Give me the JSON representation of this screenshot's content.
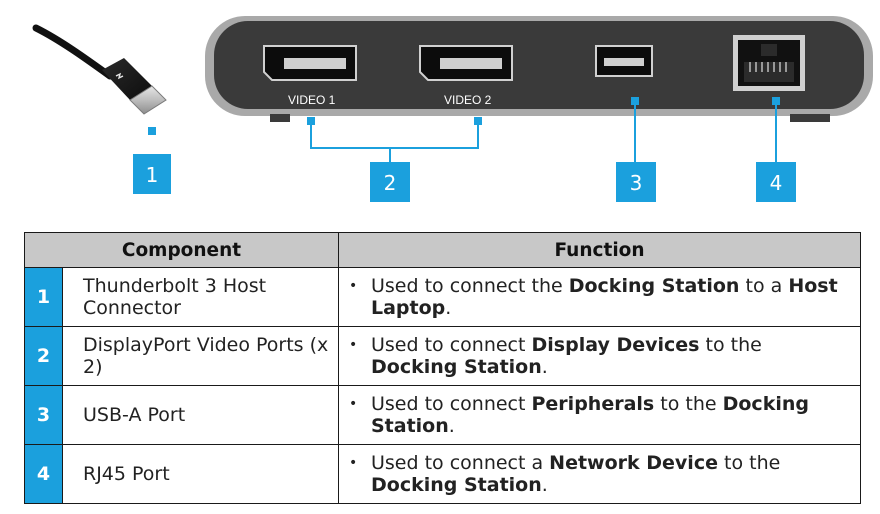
{
  "figure": {
    "port_labels": [
      "VIDEO 1",
      "VIDEO 2"
    ],
    "callouts": [
      "1",
      "2",
      "3",
      "4"
    ],
    "colors": {
      "accent": "#1ba0dd",
      "dock_body": "#3a3a3a",
      "dock_frame": "#a9a9a9"
    }
  },
  "table": {
    "headers": {
      "component": "Component",
      "function": "Function"
    },
    "rows": [
      {
        "num": "1",
        "component": "Thunderbolt 3 Host Connector",
        "function": [
          {
            "t": "Used to connect the ",
            "b": false
          },
          {
            "t": "Docking Station",
            "b": true
          },
          {
            "t": " to a ",
            "b": false
          },
          {
            "t": "Host Laptop",
            "b": true
          },
          {
            "t": ".",
            "b": false
          }
        ]
      },
      {
        "num": "2",
        "component": "DisplayPort Video Ports (x 2)",
        "function": [
          {
            "t": "Used to connect ",
            "b": false
          },
          {
            "t": "Display Devices",
            "b": true
          },
          {
            "t": " to the ",
            "b": false
          },
          {
            "t": "Docking Station",
            "b": true
          },
          {
            "t": ".",
            "b": false
          }
        ]
      },
      {
        "num": "3",
        "component": "USB-A Port",
        "function": [
          {
            "t": "Used to connect ",
            "b": false
          },
          {
            "t": "Peripherals",
            "b": true
          },
          {
            "t": " to the ",
            "b": false
          },
          {
            "t": "Docking Station",
            "b": true
          },
          {
            "t": ".",
            "b": false
          }
        ]
      },
      {
        "num": "4",
        "component": "RJ45 Port",
        "function": [
          {
            "t": "Used to connect a ",
            "b": false
          },
          {
            "t": "Network Device",
            "b": true
          },
          {
            "t": " to the ",
            "b": false
          },
          {
            "t": "Docking Station",
            "b": true
          },
          {
            "t": ".",
            "b": false
          }
        ]
      }
    ]
  }
}
